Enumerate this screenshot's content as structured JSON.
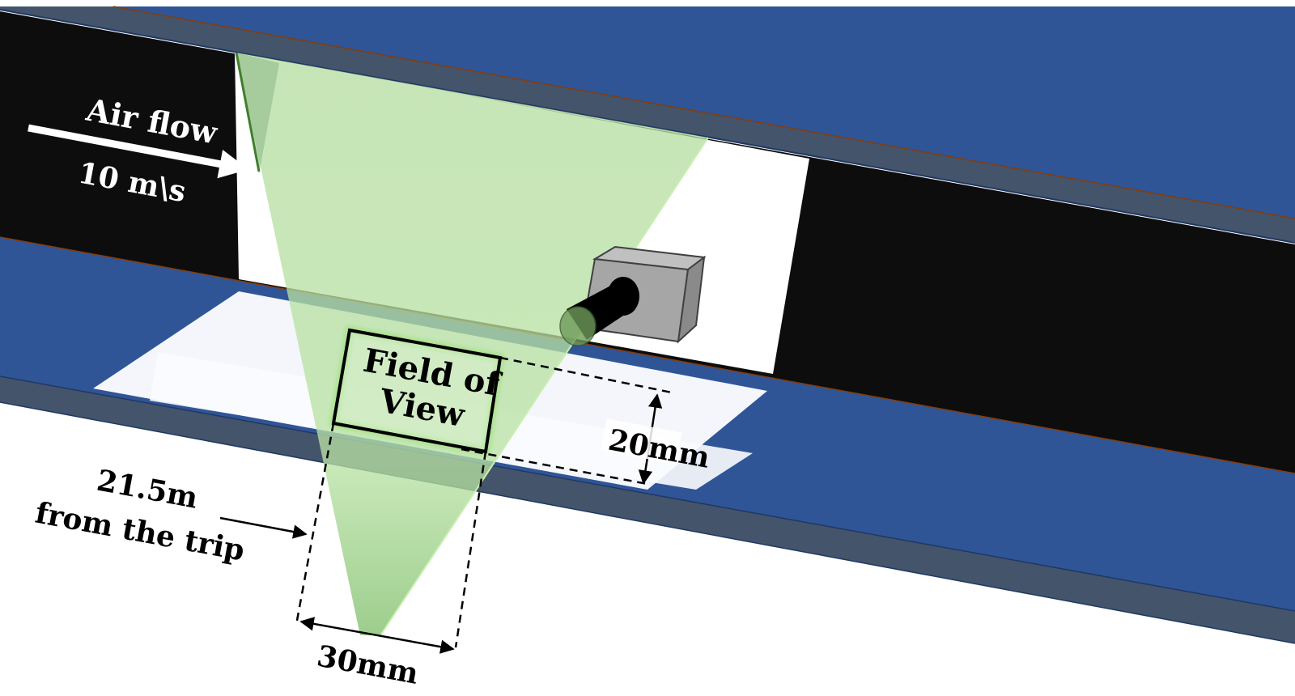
{
  "diagram": {
    "title": "Wind tunnel PIV measurement setup",
    "colors": {
      "tunnel_wall_blue": "#2f5597",
      "wall_edge_slate": "#44546a",
      "tunnel_interior": "#0d0d0d",
      "window_white": "#ffffff",
      "laser_sheet_green": "#a9d98e",
      "plate_white": "#f4f6fb",
      "camera_gray": "#a6a6a6",
      "accent_edge_orange": "#843c0c"
    },
    "labels": {
      "airflow_line1": "Air flow",
      "airflow_line2": "10 m\\s",
      "fov_line1": "Field of",
      "fov_line2": "View",
      "height_dim": "20mm",
      "width_dim": "30mm",
      "distance_line1": "21.5m",
      "distance_line2": "from the trip"
    },
    "components": [
      {
        "id": "upper-wall",
        "label": "Upper tunnel wall"
      },
      {
        "id": "lower-wall",
        "label": "Lower tunnel wall"
      },
      {
        "id": "test-section",
        "label": "Test section (dark interior)"
      },
      {
        "id": "optical-window",
        "label": "Transparent window"
      },
      {
        "id": "laser-sheet",
        "label": "Laser sheet"
      },
      {
        "id": "flat-plate",
        "label": "Measurement plate"
      },
      {
        "id": "camera",
        "label": "Camera with lens"
      },
      {
        "id": "field-of-view",
        "label": "Field of View"
      }
    ]
  }
}
